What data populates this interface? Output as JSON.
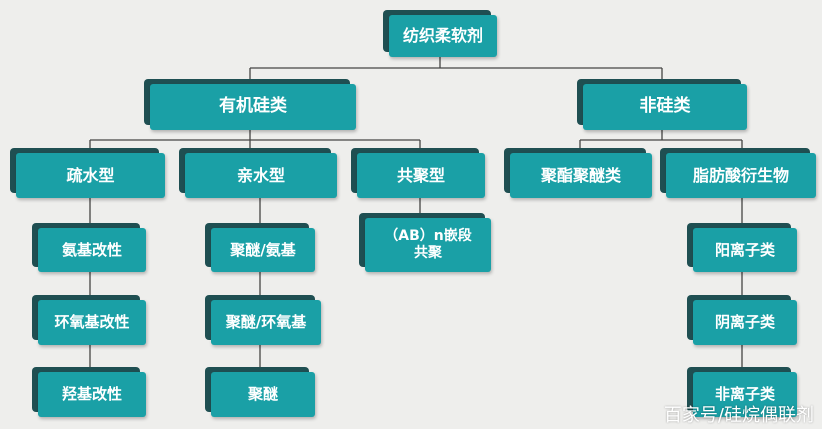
{
  "root": "纺织柔软剂",
  "level1": {
    "silicone": "有机硅类",
    "non_silicone": "非硅类"
  },
  "level2": {
    "hydrophobic": "疏水型",
    "hydrophilic": "亲水型",
    "copolymer": "共聚型",
    "polyester_polyether": "聚酯聚醚类",
    "fatty_acid_derivative": "脂肪酸衍生物"
  },
  "level3": {
    "hydrophobic": [
      "氨基改性",
      "环氧基改性",
      "羟基改性"
    ],
    "hydrophilic": [
      "聚醚/氨基",
      "聚醚/环氧基",
      "聚醚"
    ],
    "copolymer": [
      "（AB）n嵌段\n共聚"
    ],
    "fatty_acid_derivative": [
      "阳离子类",
      "阴离子类",
      "非离子类"
    ]
  },
  "watermark": "百家号/硅烷偶联剂",
  "colors": {
    "box": "#1aa0a6",
    "box_shadow": "#1f4f52",
    "line": "#444444",
    "background": "#eeeeec"
  }
}
